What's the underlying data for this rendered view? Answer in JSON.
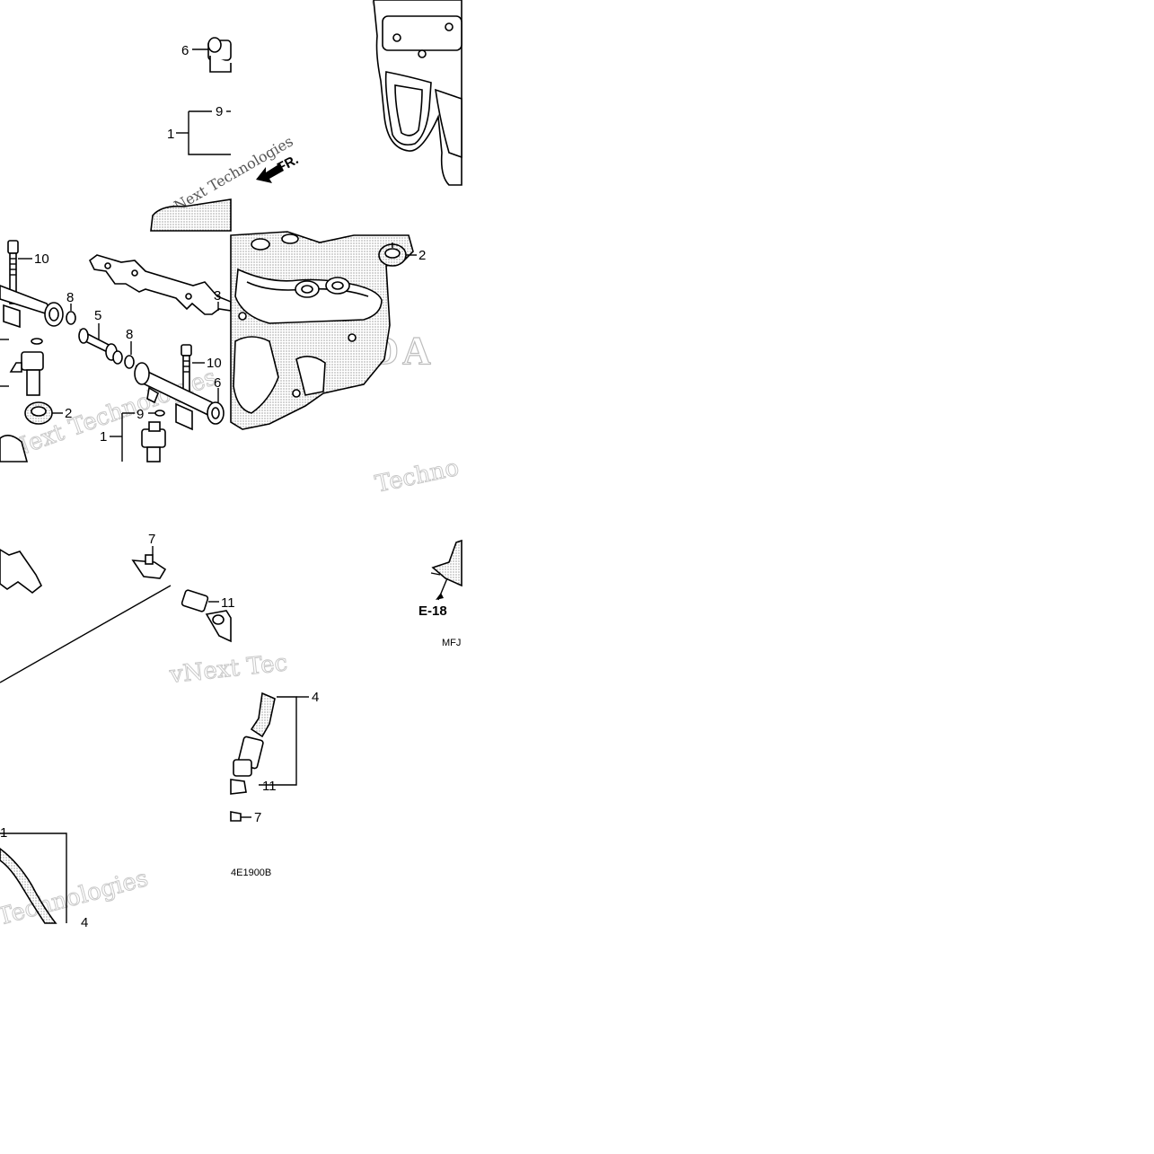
{
  "diagram": {
    "callouts": [
      "1",
      "2",
      "3",
      "4",
      "5",
      "6",
      "7",
      "8",
      "9",
      "10",
      "11"
    ],
    "front_marker": "FR.",
    "reference": "E-18",
    "codes": [
      "MFJ",
      "4E1900B"
    ],
    "brand": "HONDA",
    "watermarks": [
      "vNext Technologies",
      "Technologies",
      "vNext Tec",
      "Techno"
    ]
  }
}
